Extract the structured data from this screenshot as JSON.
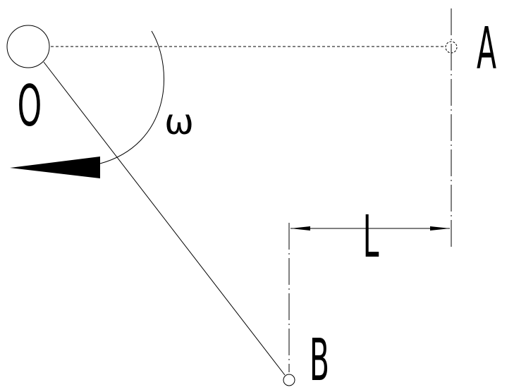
{
  "labels": {
    "origin": "O",
    "point_a": "A",
    "point_b": "B",
    "distance": "L",
    "angular_velocity": "ω"
  },
  "colors": {
    "line": "#000000",
    "background": "#ffffff"
  }
}
